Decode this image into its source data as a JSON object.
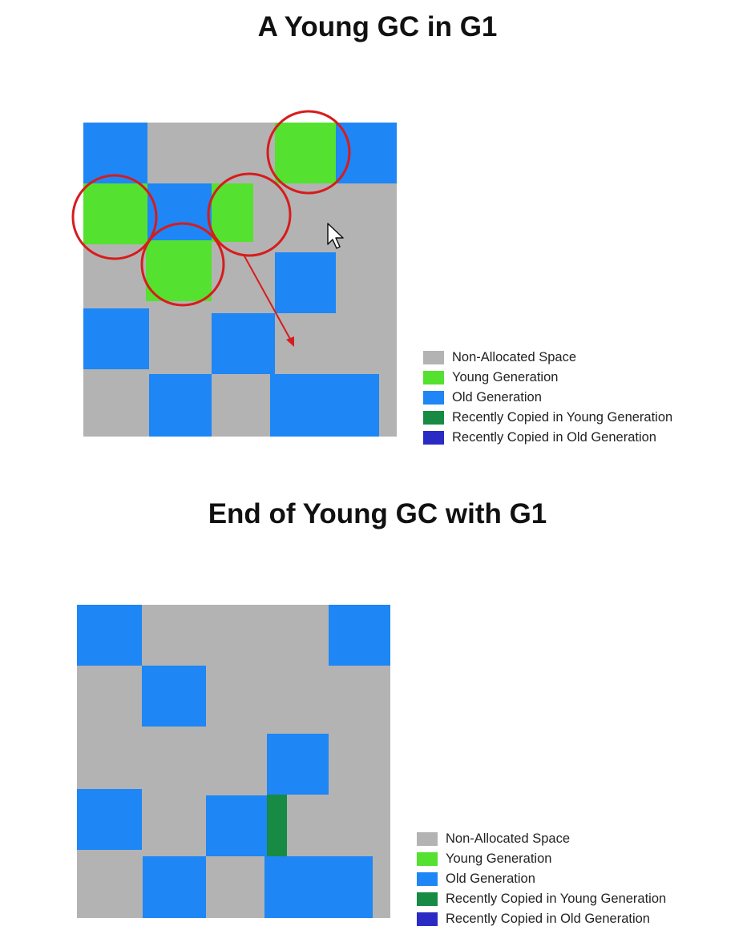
{
  "colors": {
    "non_allocated": "#b3b3b3",
    "young": "#55e12f",
    "old": "#1e86f5",
    "recent_young": "#178a44",
    "recent_old": "#2a2ac4",
    "highlight": "#d71c1c"
  },
  "panels": [
    {
      "title": "A Young GC in G1",
      "legend": [
        {
          "label": "Non-Allocated Space",
          "color": "#b3b3b3"
        },
        {
          "label": "Young Generation",
          "color": "#55e12f"
        },
        {
          "label": "Old Generation",
          "color": "#1e86f5"
        },
        {
          "label": "Recently Copied in Young Generation",
          "color": "#178a44"
        },
        {
          "label": "Recently Copied in Old Generation",
          "color": "#2a2ac4"
        }
      ]
    },
    {
      "title": "End of Young GC with G1",
      "legend": [
        {
          "label": "Non-Allocated Space",
          "color": "#b3b3b3"
        },
        {
          "label": "Young Generation",
          "color": "#55e12f"
        },
        {
          "label": "Old Generation",
          "color": "#1e86f5"
        },
        {
          "label": "Recently Copied in Young Generation",
          "color": "#178a44"
        },
        {
          "label": "Recently Copied in Old Generation",
          "color": "#2a2ac4"
        }
      ]
    }
  ]
}
